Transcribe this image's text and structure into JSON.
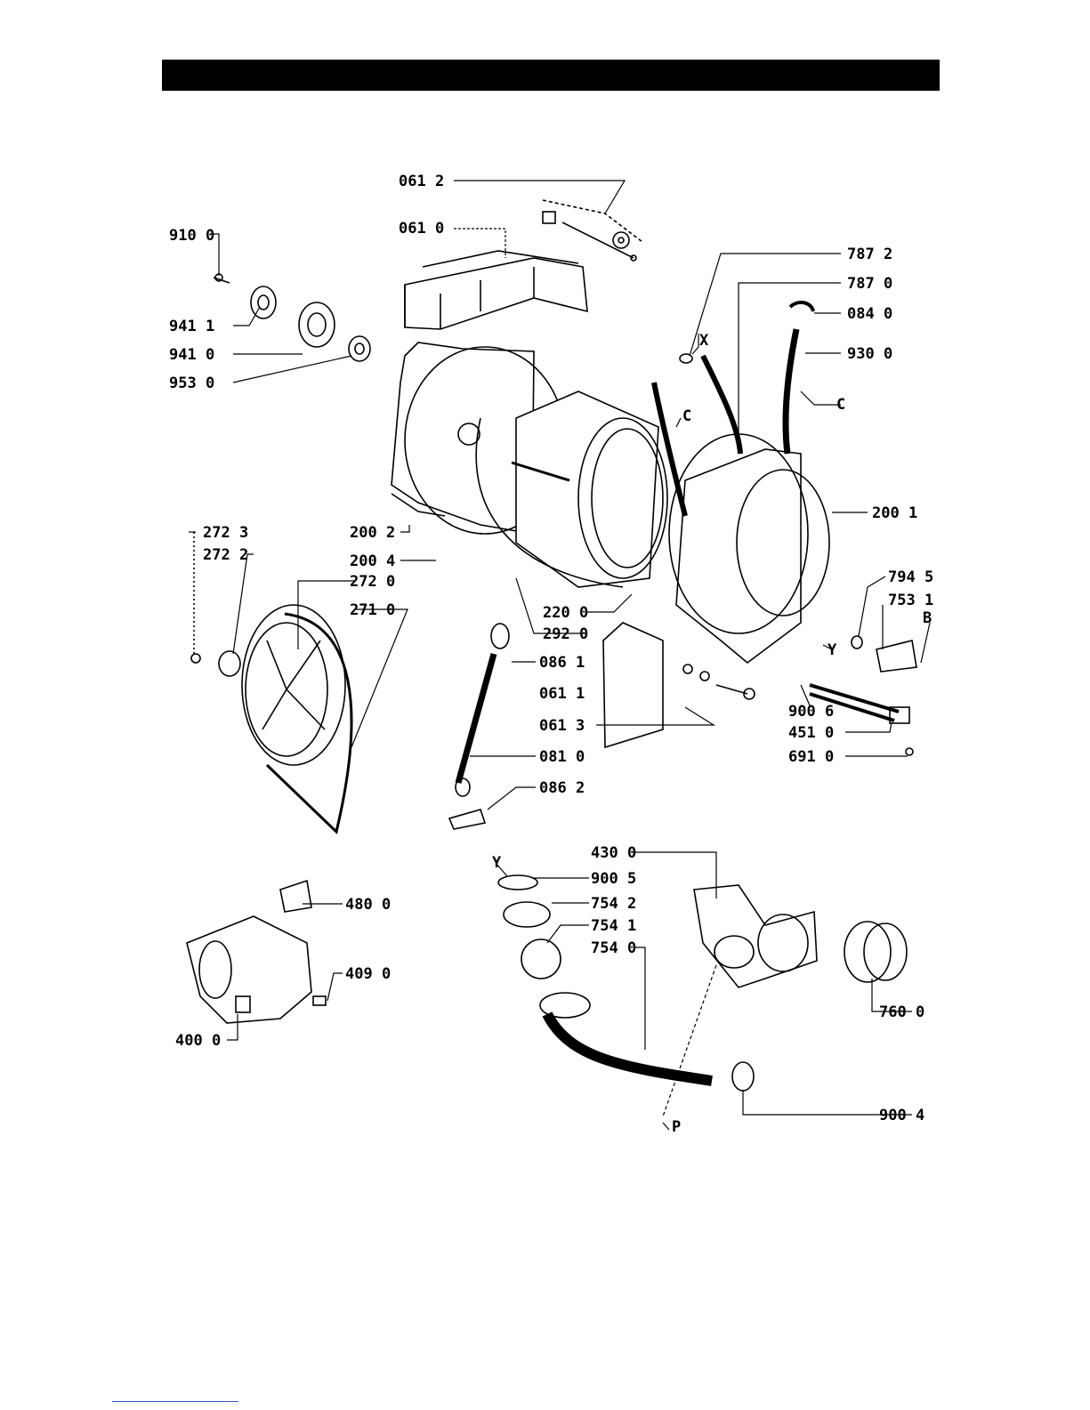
{
  "labels": {
    "l0612": "061 2",
    "l0610": "061 0",
    "l9100": "910 0",
    "l9411": "941 1",
    "l9410": "941 0",
    "l9530": "953 0",
    "l7872": "787 2",
    "l7870": "787 0",
    "l0840": "084 0",
    "l9300": "930 0",
    "lX": "X",
    "lC1": "C",
    "lC2": "C",
    "l2001": "200 1",
    "l2002": "200 2",
    "l2004": "200 4",
    "l2723": "272 3",
    "l2722": "272 2",
    "l2720": "272 0",
    "l2710": "271 0",
    "l2200": "220 0",
    "l2920": "292 0",
    "l7945": "794 5",
    "l7531": "753 1",
    "lB": "B",
    "lY1": "Y",
    "l0861": "086 1",
    "l0611": "061 1",
    "l0613": "061 3",
    "l9006": "900 6",
    "l4510": "451 0",
    "l6910": "691 0",
    "l0810": "081 0",
    "l0862": "086 2",
    "l4300": "430 0",
    "lY2": "Y",
    "l9005": "900 5",
    "l7542": "754 2",
    "l7541": "754 1",
    "l7540": "754 0",
    "l4800": "480 0",
    "l4090": "409 0",
    "l4000": "400 0",
    "l7600": "760 0",
    "l9004": "900 4",
    "lP": "P"
  }
}
